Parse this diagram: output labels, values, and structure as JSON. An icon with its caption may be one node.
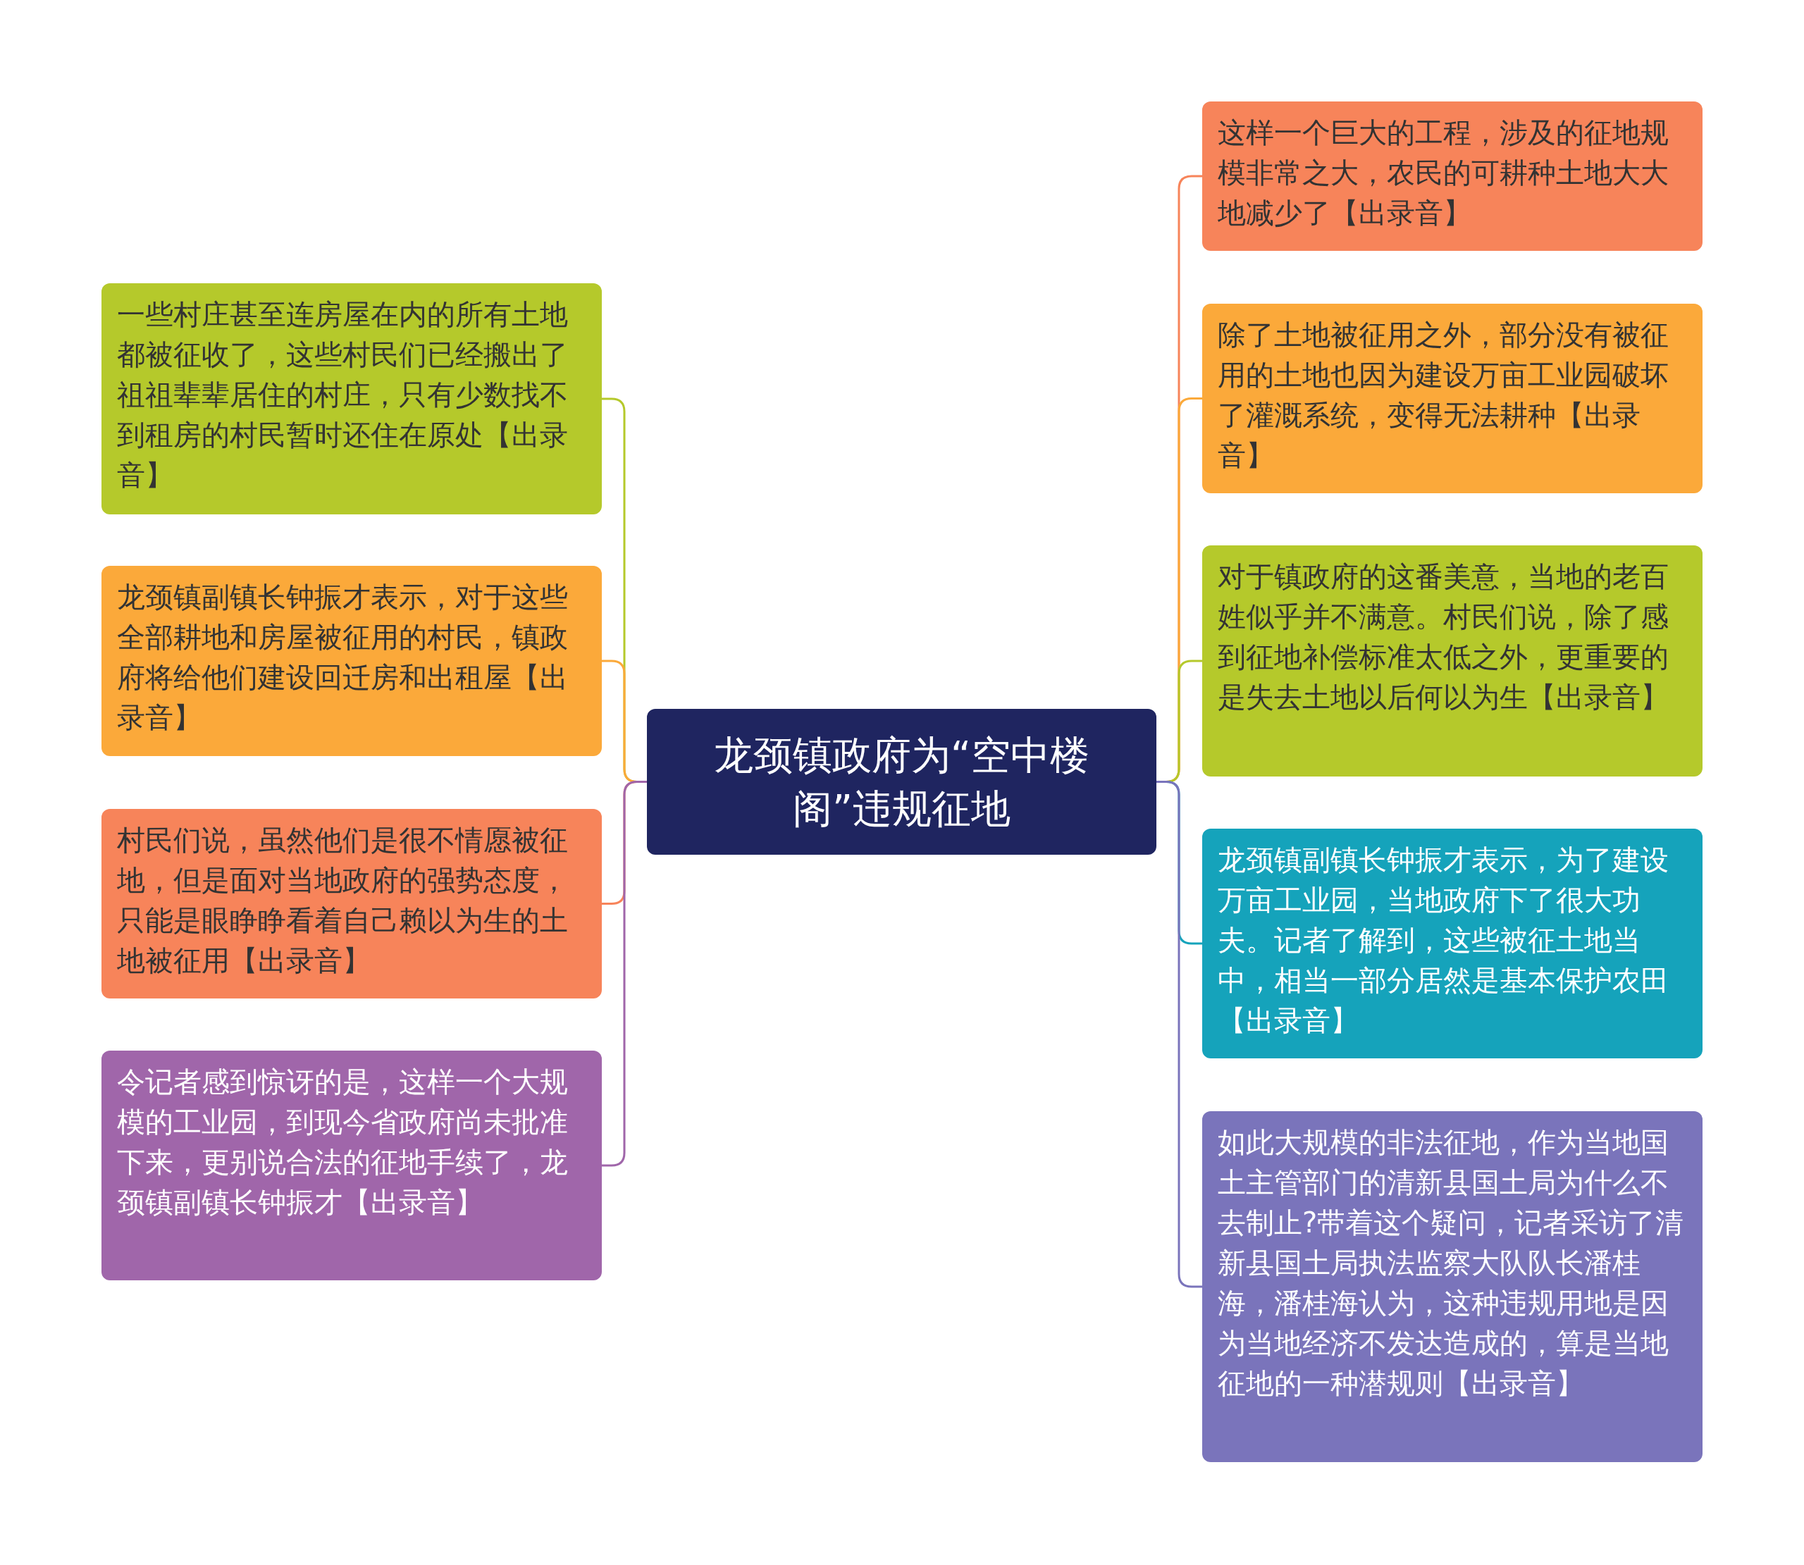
{
  "diagram": {
    "nodes": [
      {
        "text": [
          "龙颈镇政府为“空中楼阁”违规征地"
        ]
      },
      {
        "text": [
          "一些村庄甚至连房屋在内的所有土地都被征收了，这些村民们已经搬出了祖祖辈辈居住的村庄，只有少数找不到租房的村民暂时还住在原处【出录音】"
        ]
      },
      {
        "text": [
          "龙颈镇副镇长钟振才表示，对于这些全部耕地和房屋被征用的村民，镇政府将给他们建设回迁房和出租屋【出录音】"
        ]
      },
      {
        "text": [
          "村民们说，虽然他们是很不情愿被征地，但是面对当地政府的强势态度，只能是眼睁睁看着自己赖以为生的土地被征用【出录音】"
        ]
      },
      {
        "text": [
          "令记者感到惊讶的是，这样一个大规模的工业园，到现今省政府尚未批准下来，更别说合法的征地手续了，龙颈镇副镇长钟振才【出录音】"
        ]
      },
      {
        "text": [
          "这样一个巨大的工程，涉及的征地规模非常之大，农民的可耕种土地大大地减少了【出录音】"
        ]
      },
      {
        "text": [
          "除了土地被征用之外，部分没有被征用的土地也因为建设万亩工业园破坏了灌溉系统，变得无法耕种【出录音】"
        ]
      },
      {
        "text": [
          "对于镇政府的这番美意，当地的老百姓似乎并不满意。村民们说，除了感到征地补偿标准太低之外，更重要的是失去土地以后何以为生【出录音】"
        ]
      },
      {
        "text": [
          "龙颈镇副镇长钟振才表示，为了建设万亩工业园，当地政府下了很大功夫。记者了解到，这些被征土地当中，相当一部分居然是基本保护农田【出录音】"
        ]
      },
      {
        "text": [
          "如此大规模的非法征地，作为当地国土主管部门的清新县国土局为什么不去制止?带着这个疑问，记者采访了清新县国土局执法监察大队队长潘桂海，潘桂海认为，这种违规用地是因为当地经济不发达造成的，算是当地征地的一种潜规则【出录音】"
        ]
      }
    ],
    "edges": [
      {
        "from": 0,
        "to": 1,
        "arrow": "none",
        "color": "#b5c92b"
      },
      {
        "from": 0,
        "to": 2,
        "arrow": "none",
        "color": "#fba93a"
      },
      {
        "from": 0,
        "to": 3,
        "arrow": "none",
        "color": "#f7845a"
      },
      {
        "from": 0,
        "to": 4,
        "arrow": "none",
        "color": "#a066aa"
      },
      {
        "from": 0,
        "to": 5,
        "arrow": "none",
        "color": "#f7845a"
      },
      {
        "from": 0,
        "to": 6,
        "arrow": "none",
        "color": "#fba93a"
      },
      {
        "from": 0,
        "to": 7,
        "arrow": "none",
        "color": "#b5c92b"
      },
      {
        "from": 0,
        "to": 8,
        "arrow": "none",
        "color": "#15a3bb"
      },
      {
        "from": 0,
        "to": 9,
        "arrow": "none",
        "color": "#7a74bb"
      }
    ]
  }
}
